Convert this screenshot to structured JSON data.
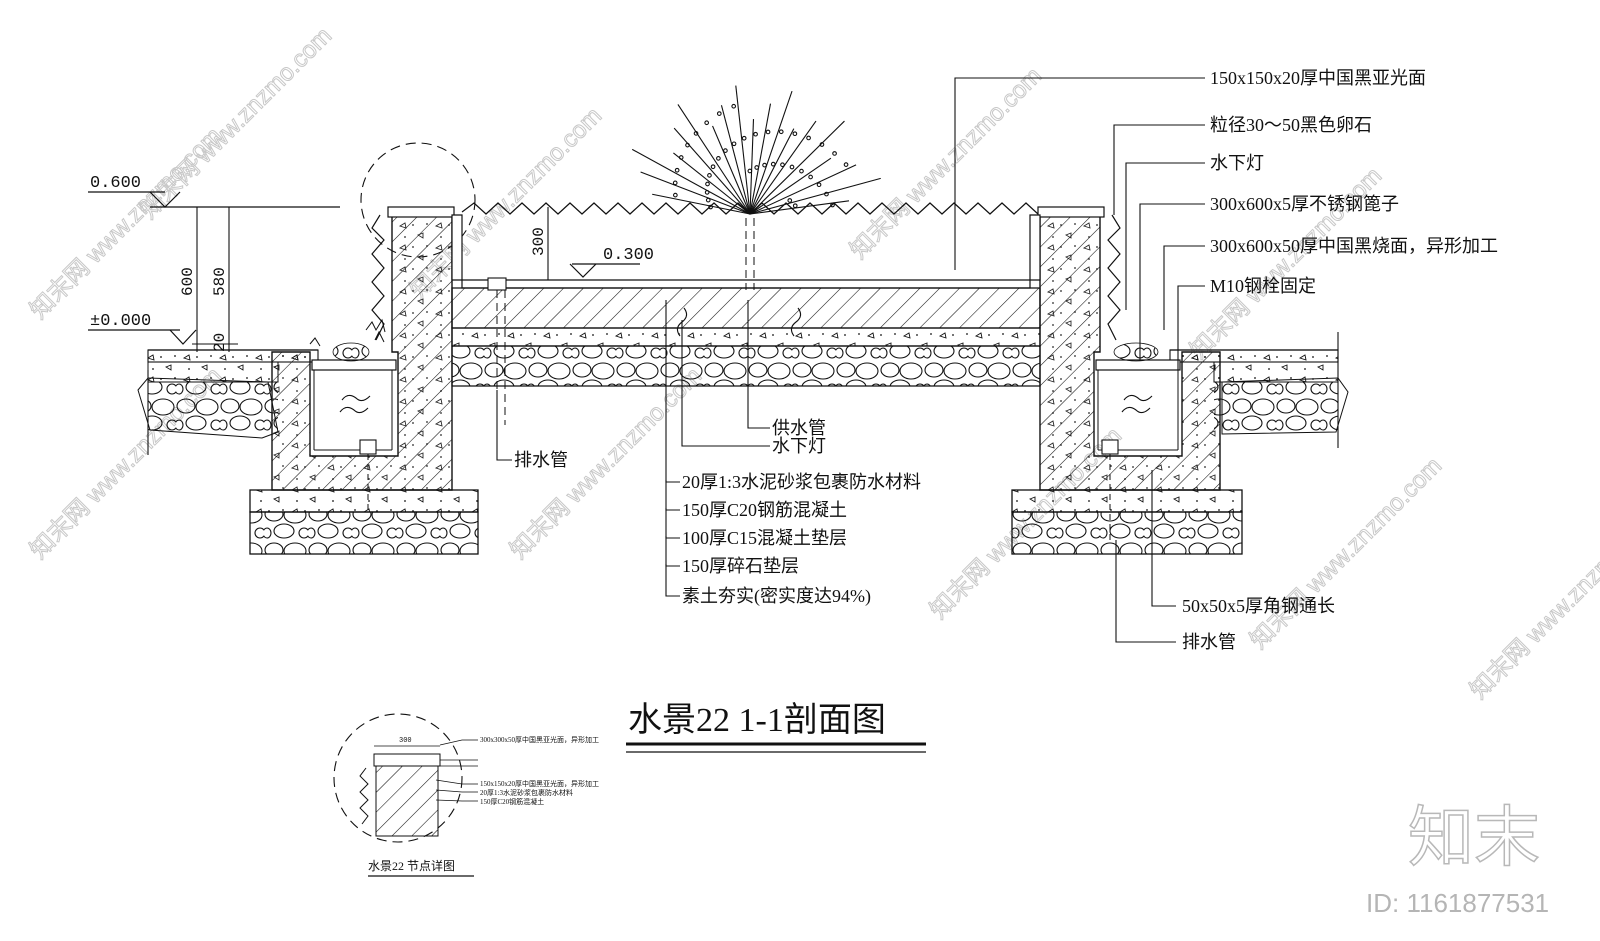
{
  "drawing": {
    "title": "水景22  1-1剖面图",
    "detail_title": "水景22 节点详图"
  },
  "levels": {
    "top": "0.600",
    "water": "0.300",
    "ground": "±0.000"
  },
  "dimensions": {
    "d600": "600",
    "d580": "580",
    "d20": "20",
    "d300": "300"
  },
  "right_labels": [
    "150x150x20厚中国黑亚光面",
    "粒径30～50黑色卵石",
    "水下灯",
    "300x600x5厚不锈钢篦子",
    "300x600x50厚中国黑烧面，异形加工",
    "M10钢栓固定"
  ],
  "center_labels": {
    "supply_pipe": "供水管",
    "underwater_light": "水下灯",
    "drain_pipe_left": "排水管"
  },
  "layer_labels": [
    "20厚1:3水泥砂浆包裹防水材料",
    "150厚C20钢筋混凝土",
    "100厚C15混凝土垫层",
    "150厚碎石垫层",
    "素土夯实(密实度达94%)"
  ],
  "lower_right_labels": {
    "angle_steel": "50x50x5厚角钢通长",
    "drain_pipe_right": "排水管"
  },
  "detail": {
    "dim_300": "300",
    "label_top": "300x300x50厚中国黑亚光面，异形加工",
    "labels": [
      "150x150x20厚中国黑亚光面，异形加工",
      "20厚1:3水泥砂浆包裹防水材料",
      "150厚C20钢筋混凝土"
    ]
  },
  "watermark": {
    "brand": "知末",
    "id_text": "ID: 1161877531",
    "site": "www.znzmo.com",
    "brand_small": "知末网"
  },
  "colors": {
    "line": "#111111",
    "watermark": "#c8c8c8",
    "background": "#ffffff"
  }
}
